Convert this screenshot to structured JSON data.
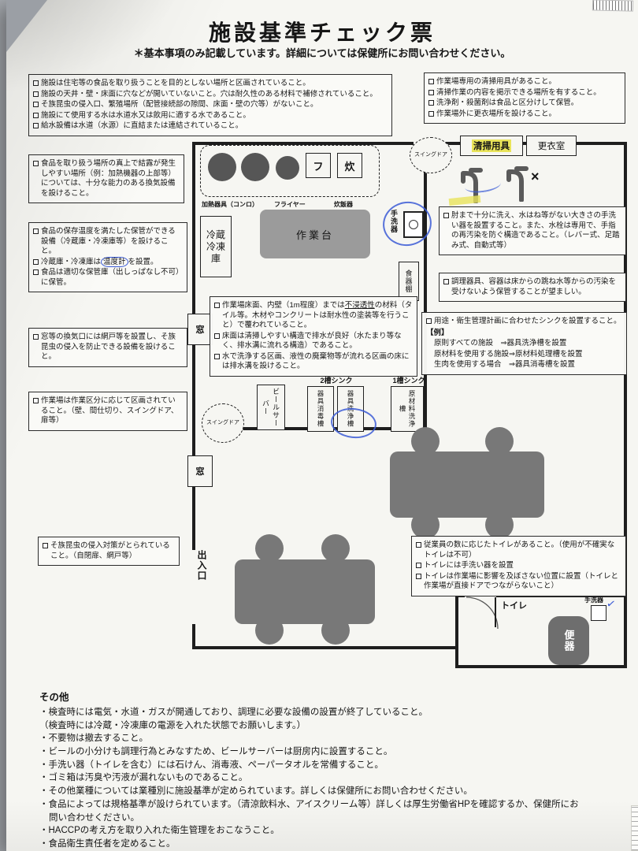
{
  "header": {
    "title": "施設基準チェック票",
    "subtitle": "＊基本事項のみ記載しています。詳細については保健所にお問い合わせください。"
  },
  "box_general": {
    "items": [
      "施設は住宅等の食品を取り扱うことを目的としない場所と区画されていること。",
      "施設の天井・壁・床面に穴などが開いていないこと。穴は耐久性のある材料で補修されていること。",
      "そ族昆虫の侵入口、繁殖場所（配管接続部の隙間、床面・壁の穴等）がないこと。",
      "施設にて使用する水は水道水又は飲用に適する水であること。",
      "給水設備は水道（水源）に直結または連結されていること。"
    ]
  },
  "box_cleaning": {
    "items": [
      "作業場専用の清掃用具があること。",
      "清掃作業の内容を掲示できる場所を有すること。",
      "洗浄剤・殺菌剤は食品と区分けして保管。",
      "作業場外に更衣場所を設けること。"
    ]
  },
  "box_condensation": {
    "items": [
      "食品を取り扱う場所の真上で結露が発生しやすい場所（例：加熱機器の上部等）については、十分な能力のある換気設備を設けること。"
    ]
  },
  "box_storage": {
    "item1": "食品の保存温度を満たした保管ができる設備（冷蔵庫・冷凍庫等）を設けること。",
    "item2_pre": "冷蔵庫・冷凍庫は",
    "item2_marked": "温度計",
    "item2_post": "を設置。",
    "item3": "食品は適切な保管庫（出しっぱなし不可）に保管。"
  },
  "box_vent": {
    "items": [
      "窓等の換気口には網戸等を設置し、そ族昆虫の侵入を防止できる設備を設けること。"
    ]
  },
  "box_zoning": {
    "items": [
      "作業場は作業区分に応じて区画されていること。（壁、間仕切り、スイングドア、扉等）"
    ]
  },
  "box_pest": {
    "items": [
      "そ族昆虫の侵入対策がとられていること。（自閉扉、網戸等）"
    ]
  },
  "box_floor": {
    "item1_pre": "作業場床面、内壁（1m程度）までは",
    "item1_marked": "不浸透性",
    "item1_post": "の材料（タイル等。木材やコンクリートは耐水性の塗装等を行うこと）で覆われていること。",
    "items_rest": [
      "床面は清掃しやすい構造で排水が良好（水たまり等なく、排水溝に流れる構造）であること。",
      "水で洗浄する区画、液性の廃棄物等が流れる区画の床には排水溝を設けること。"
    ]
  },
  "box_handwash": {
    "items": [
      "肘まで十分に洗え、水はね等がない大きさの手洗い器を設置すること。また、水栓は専用で、手指の再汚染を防ぐ構造であること。（レバー式、足踏み式、自動式等）"
    ]
  },
  "box_utensil": {
    "items": [
      "調理器具、容器は床からの跳ね水等からの汚染を受けないよう保管することが望ましい。"
    ]
  },
  "box_sink": {
    "item": "用途・衛生管理計画に合わせたシンクを設置すること。",
    "example_label": "【例】",
    "examples": [
      "原則すべての施設　⇒器具洗浄槽を設置",
      "原材料を使用する施設⇒原材料処理槽を設置",
      "生肉を使用する場合　⇒器具消毒槽を設置"
    ]
  },
  "box_toilet": {
    "items": [
      "従業員の数に応じたトイレがあること。（使用が不確実なトイレは不可）",
      "トイレには手洗い器を設置",
      "トイレは作業場に影響を及ぼさない位置に設置（トイレと作業場が直接ドアでつながらないこと）"
    ]
  },
  "plan": {
    "swing_door_top": "スイングドア",
    "swing_door_left": "スイングドア",
    "cleaning_tools": "清掃用具",
    "changing_room": "更衣室",
    "konro_label": "加熱器具（コンロ）",
    "fryer_label": "フライヤー",
    "rice_label": "炊飯器",
    "fryer_box": "フ",
    "rice_box": "炊",
    "fridge": "冷蔵冷凍庫",
    "worktable": "作業台",
    "handwash": "手洗器",
    "cupboard": "食器棚",
    "beer_server": "ビールサーバー",
    "sink2_label": "2槽シンク",
    "sink1_label": "1槽シンク",
    "sink_disinfect": "器具消毒槽",
    "sink_wash": "器具洗浄槽",
    "sink_raw": "原材料洗浄槽",
    "window1": "窓",
    "window2": "窓",
    "entrance": "出入口",
    "toilet_label": "トイレ",
    "toilet_bowl": "便器",
    "toilet_handwash": "手洗器",
    "faucet_x": "×",
    "toilet_check": "✓"
  },
  "notes": {
    "heading": "その他",
    "items": [
      "・検査時には電気・水道・ガスが開通しており、調理に必要な設備の設置が終了していること。",
      "（検査時には冷蔵・冷凍庫の電源を入れた状態でお願いします。）",
      "・不要物は撤去すること。",
      "・ビールの小分けも調理行為とみなすため、ビールサーバーは厨房内に設置すること。",
      "・手洗い器（トイレを含む）には石けん、消毒液、ペーパータオルを常備すること。",
      "・ゴミ箱は汚臭や汚液が漏れないものであること。",
      "・その他業種については業種別に施設基準が定められています。詳しくは保健所にお問い合わせください。",
      "・食品によっては規格基準が設けられています。（清涼飲料水、アイスクリーム等）詳しくは厚生労働省HPを確認するか、保健所にお問い合わせください。",
      "・HACCPの考え方を取り入れた衛生管理をおこなうこと。",
      "・食品衛生責任者を定めること。"
    ]
  },
  "colors": {
    "highlight_yellow": "#e9e45a",
    "pen_blue": "#3b5bd6",
    "furniture_gray": "#787878"
  }
}
